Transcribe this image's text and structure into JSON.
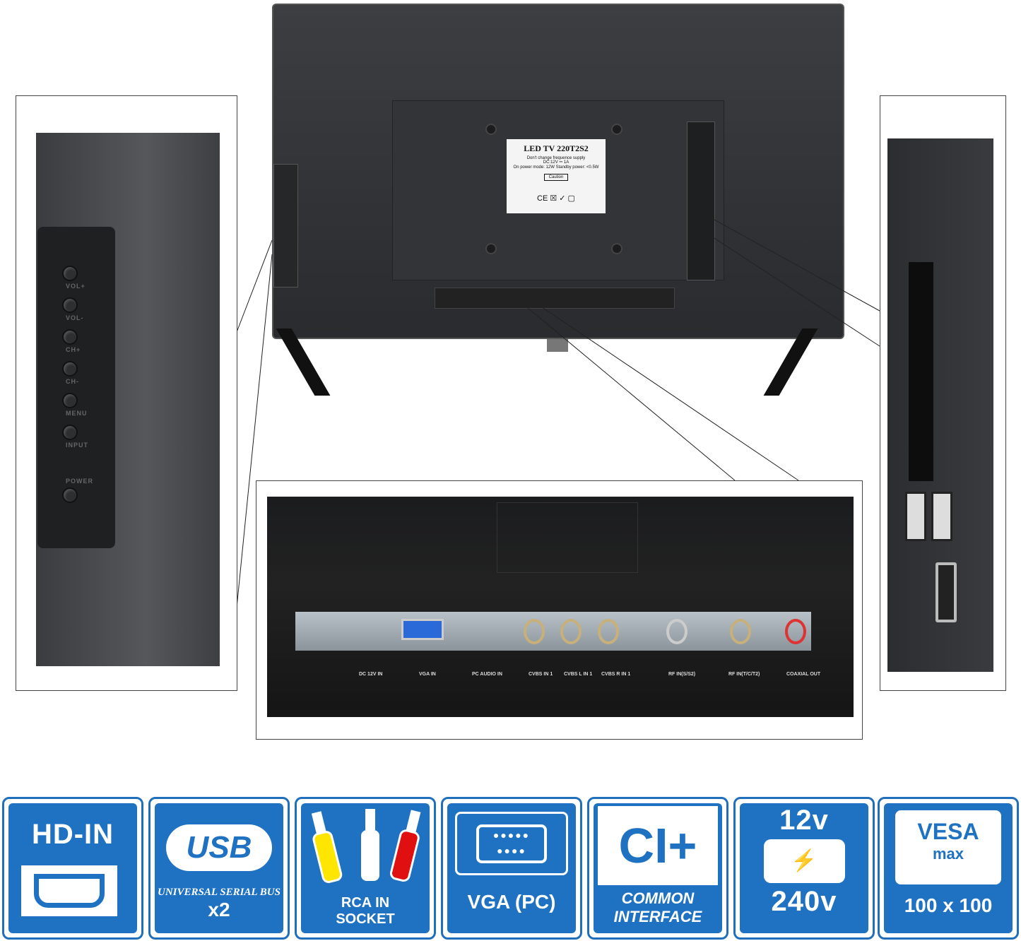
{
  "tv_label": {
    "model": "LED TV 220T2S2",
    "line1": "Don't change frequence supply",
    "line2": "DC:12V ⎓ 1A",
    "line3": "On power mode: 12W Standby power: <0.5W",
    "caution": "Caution"
  },
  "side_buttons": [
    "VOL+",
    "VOL-",
    "CH+",
    "CH-",
    "MENU",
    "INPUT",
    "POWER"
  ],
  "rear_ports": [
    "DC 12V IN",
    "VGA IN",
    "PC AUDIO IN",
    "CVBS IN 1",
    "CVBS L IN 1",
    "CVBS R IN 1",
    "RF IN(S/S2)",
    "RF IN(T/C/T2)",
    "COAXIAL OUT"
  ],
  "badges": [
    {
      "title": "HD-IN"
    },
    {
      "title": "USB",
      "sub": "UNIVERSAL SERIAL BUS",
      "count": "x2"
    },
    {
      "line1": "RCA IN",
      "line2": "SOCKET"
    },
    {
      "title": "VGA (PC)"
    },
    {
      "title": "CI+",
      "line1": "COMMON",
      "line2": "INTERFACE"
    },
    {
      "top": "12v",
      "bottom": "240v"
    },
    {
      "title": "VESA",
      "sub": "max",
      "size": "100 x 100"
    }
  ],
  "colors": {
    "badge_blue": "#1f72c2",
    "rca_yellow": "#ffe600",
    "rca_red": "#e01010"
  }
}
